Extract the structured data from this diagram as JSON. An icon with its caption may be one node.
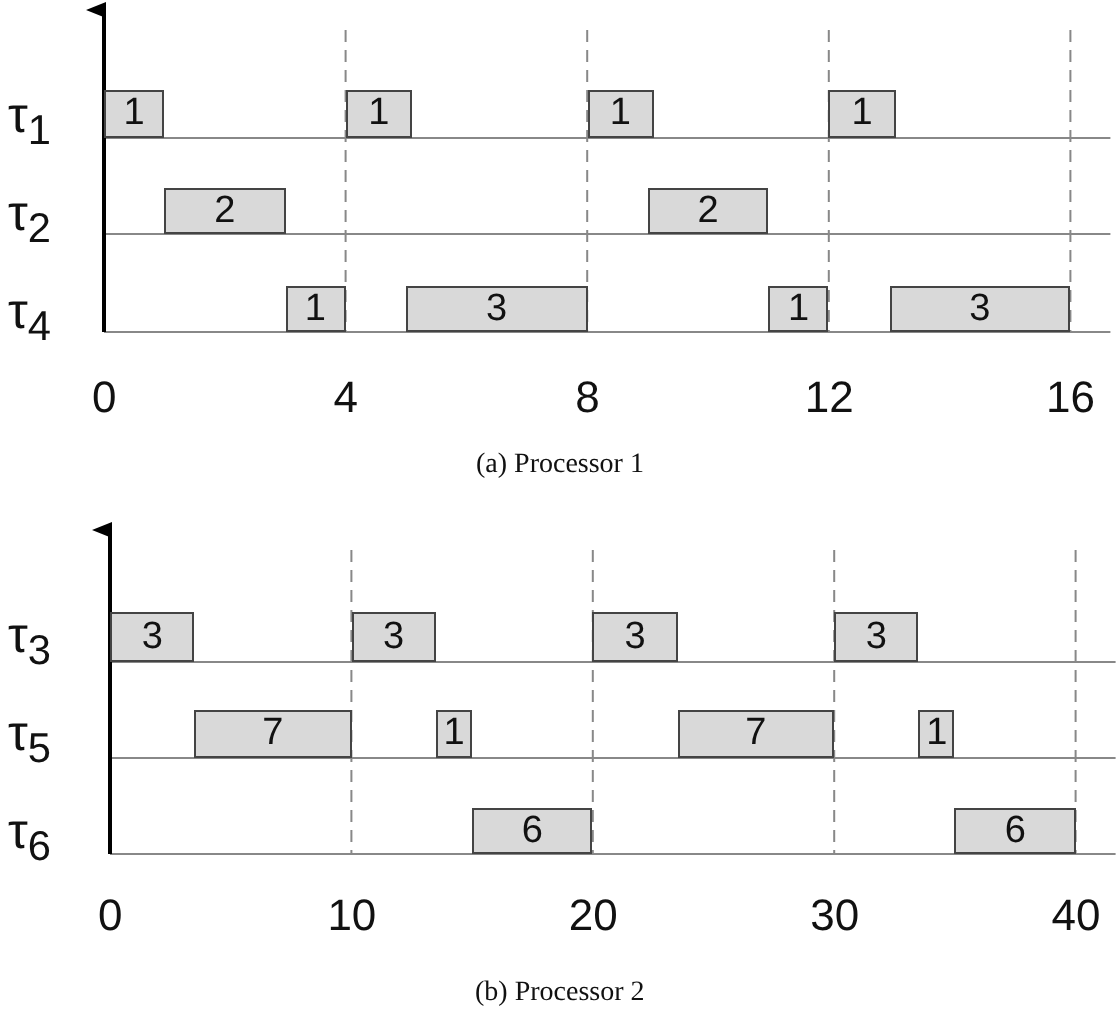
{
  "diagram": {
    "nodes": [
      {
        "text": [
          "1"
        ]
      },
      {
        "text": [
          "1"
        ]
      },
      {
        "text": [
          "1"
        ]
      },
      {
        "text": [
          "1"
        ]
      },
      {
        "text": [
          "2"
        ]
      },
      {
        "text": [
          "2"
        ]
      },
      {
        "text": [
          "1"
        ]
      },
      {
        "text": [
          "3"
        ]
      },
      {
        "text": [
          "1"
        ]
      },
      {
        "text": [
          "3"
        ]
      },
      {
        "text": [
          "3"
        ]
      },
      {
        "text": [
          "3"
        ]
      },
      {
        "text": [
          "3"
        ]
      },
      {
        "text": [
          "3"
        ]
      },
      {
        "text": [
          "7"
        ]
      },
      {
        "text": [
          "1"
        ]
      },
      {
        "text": [
          "7"
        ]
      },
      {
        "text": [
          "1"
        ]
      },
      {
        "text": [
          "6"
        ]
      },
      {
        "text": [
          "6"
        ]
      }
    ],
    "edges": [],
    "labels": [
      "τ$_{1}$",
      "τ$_{2}$",
      "τ$_{4}$",
      "0",
      "4",
      "8",
      "12",
      "16",
      "(a) Processor 1",
      "τ$_{3}$",
      "τ$_{5}$",
      "τ$_{6}$",
      "0",
      "10",
      "20",
      "30",
      "40",
      "(b) Processor 2"
    ]
  }
}
